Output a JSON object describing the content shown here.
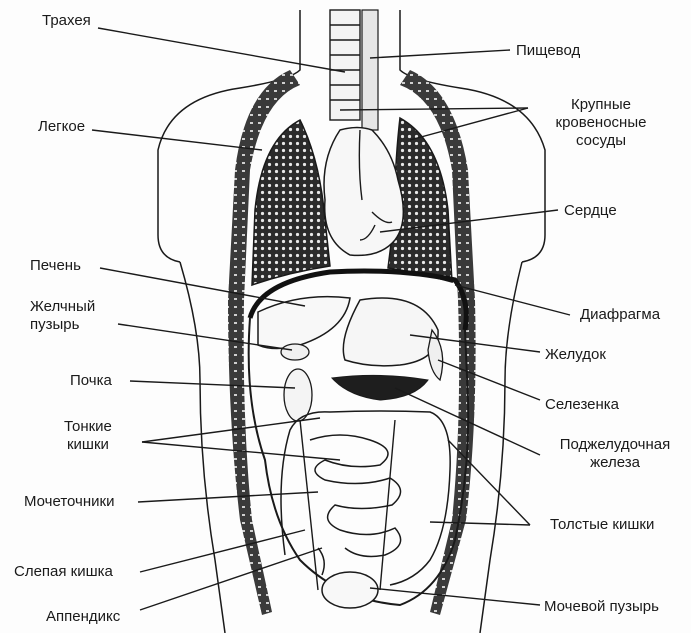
{
  "labels": {
    "trachea": "Трахея",
    "lung": "Легкое",
    "liver": "Печень",
    "gallbladder": "Желчный\nпузырь",
    "kidney": "Почка",
    "small_intestines": "Тонкие\nкишки",
    "ureters": "Мочеточники",
    "cecum": "Слепая кишка",
    "appendix": "Аппендикс",
    "esophagus": "Пищевод",
    "large_vessels": "Крупные\nкровеносные\nсосуды",
    "heart": "Сердце",
    "diaphragm": "Диафрагма",
    "stomach": "Желудок",
    "spleen": "Селезенка",
    "pancreas": "Поджелудочная\nжелеза",
    "large_intestines": "Толстые кишки",
    "bladder": "Мочевой пузырь"
  }
}
